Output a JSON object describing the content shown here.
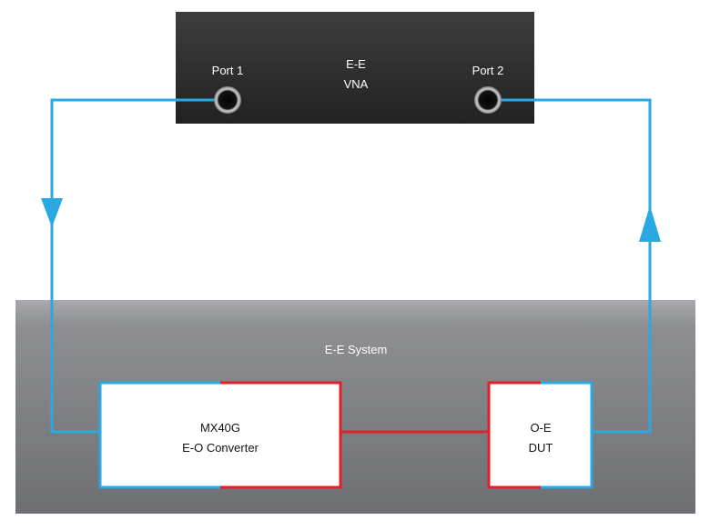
{
  "vna": {
    "title_line1": "E-E",
    "title_line2": "VNA",
    "port1_label": "Port 1",
    "port2_label": "Port 2"
  },
  "system": {
    "label": "E-E System"
  },
  "converter": {
    "line1": "MX40G",
    "line2": "E-O Converter"
  },
  "dut": {
    "line1": "O-E",
    "line2": "DUT"
  },
  "colors": {
    "electrical_path": "#29a9e0",
    "optical_path": "#e0202a",
    "vna_body": "#2a2a2a",
    "system_panel_top": "#a9a9ad",
    "system_panel_bottom": "#6e6f73"
  }
}
